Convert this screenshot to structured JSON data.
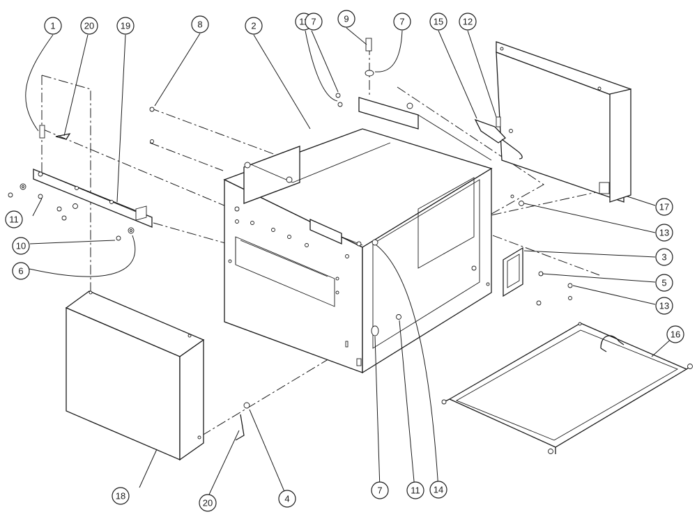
{
  "diagram": {
    "type": "exploded-assembly",
    "callouts": [
      {
        "id": "c1",
        "label": "1"
      },
      {
        "id": "c20a",
        "label": "20"
      },
      {
        "id": "c19",
        "label": "19"
      },
      {
        "id": "c8",
        "label": "8"
      },
      {
        "id": "c2",
        "label": "2"
      },
      {
        "id": "c11a",
        "label": "11"
      },
      {
        "id": "c7a",
        "label": "7"
      },
      {
        "id": "c9",
        "label": "9"
      },
      {
        "id": "c7b",
        "label": "7"
      },
      {
        "id": "c15",
        "label": "15"
      },
      {
        "id": "c12",
        "label": "12"
      },
      {
        "id": "c11b",
        "label": "11"
      },
      {
        "id": "c10",
        "label": "10"
      },
      {
        "id": "c6",
        "label": "6"
      },
      {
        "id": "c17",
        "label": "17"
      },
      {
        "id": "c13a",
        "label": "13"
      },
      {
        "id": "c3",
        "label": "3"
      },
      {
        "id": "c5",
        "label": "5"
      },
      {
        "id": "c13b",
        "label": "13"
      },
      {
        "id": "c16",
        "label": "16"
      },
      {
        "id": "c18",
        "label": "18"
      },
      {
        "id": "c20b",
        "label": "20"
      },
      {
        "id": "c4",
        "label": "4"
      },
      {
        "id": "c7c",
        "label": "7"
      },
      {
        "id": "c11c",
        "label": "11"
      },
      {
        "id": "c14",
        "label": "14"
      }
    ]
  }
}
